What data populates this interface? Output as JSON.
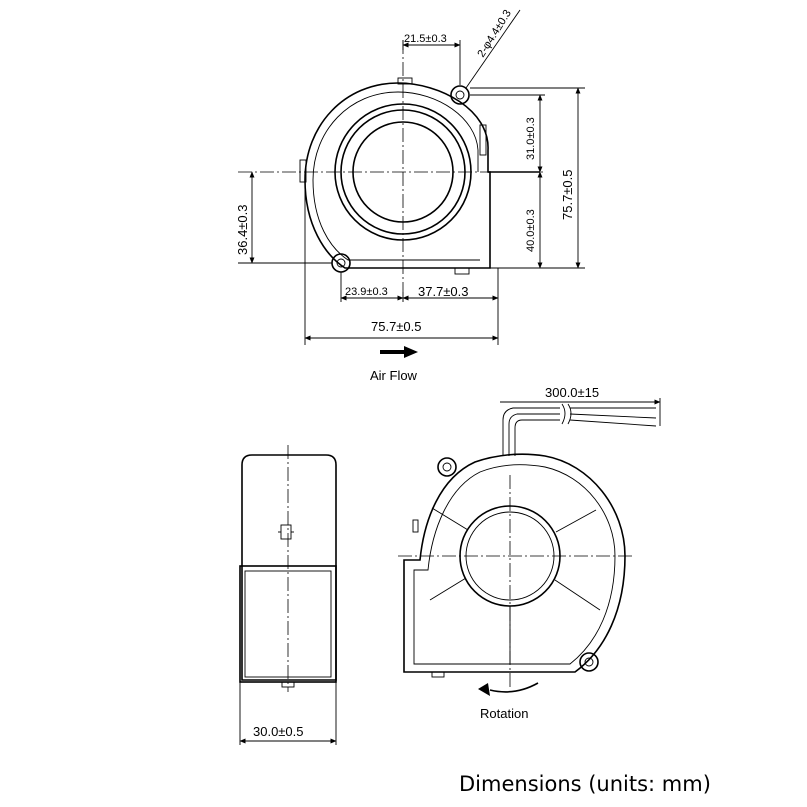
{
  "title": "Dimensions (units: mm)",
  "top_view": {
    "dim_hole_offset": "21.5±0.3",
    "dim_hole_dia": "2-φ4.4±0.3",
    "dim_outlet_upper": "31.0±0.3",
    "dim_outlet_lower": "40.0±0.3",
    "dim_height": "75.7±0.5",
    "dim_left_height": "36.4±0.3",
    "dim_bottom_left": "23.9±0.3",
    "dim_bottom_right": "37.7±0.3",
    "dim_width": "75.7±0.5",
    "air_flow_label": "Air Flow"
  },
  "side_view": {
    "dim_thickness": "30.0±0.5"
  },
  "front_view": {
    "dim_cable": "300.0±15",
    "rotation_label": "Rotation"
  }
}
